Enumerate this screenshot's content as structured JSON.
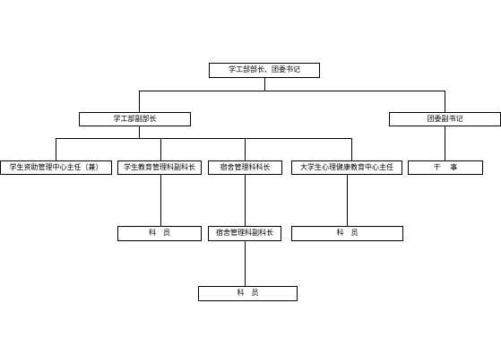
{
  "org_chart": {
    "root": "学工部部长、团委书记",
    "deputy_director": "学工部副部长",
    "youth_league_deputy": "团委副书记",
    "student_aid_center_director": "学生资助管理中心主任（兼）",
    "education_mgmt_deputy_chief": "学生教育管理科副科长",
    "dormitory_mgmt_chief": "宿舍管理科科长",
    "mental_health_center_director": "大学生心理健康教育中心主任",
    "officer": "干　 事",
    "education_mgmt_staff": "科　员",
    "dormitory_mgmt_deputy_chief": "宿舍管理科副科长",
    "mental_health_staff": "科　员",
    "dormitory_mgmt_staff": "科　员"
  }
}
